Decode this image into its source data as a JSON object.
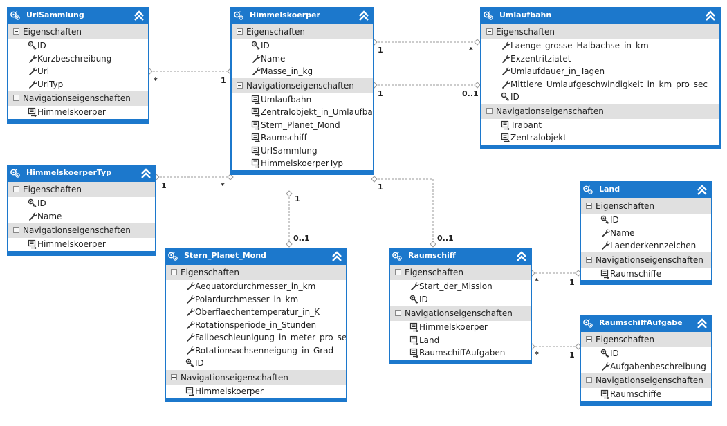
{
  "section_labels": {
    "properties": "Eigenschaften",
    "navigation": "Navigationseigenschaften"
  },
  "entities": [
    {
      "name": "UrlSammlung",
      "properties": [
        {
          "name": "ID",
          "icon": "key-icon"
        },
        {
          "name": "Kurzbeschreibung",
          "icon": "wrench-icon"
        },
        {
          "name": "Url",
          "icon": "wrench-icon"
        },
        {
          "name": "UrlTyp",
          "icon": "wrench-icon"
        }
      ],
      "navigation": [
        "Himmelskoerper"
      ]
    },
    {
      "name": "Himmelskoerper",
      "properties": [
        {
          "name": "ID",
          "icon": "key-icon"
        },
        {
          "name": "Name",
          "icon": "wrench-icon"
        },
        {
          "name": "Masse_in_kg",
          "icon": "wrench-icon"
        }
      ],
      "navigation": [
        "Umlaufbahn",
        "Zentralobjekt_in_Umlaufba...",
        "Stern_Planet_Mond",
        "Raumschiff",
        "UrlSammlung",
        "HimmelskoerperTyp"
      ]
    },
    {
      "name": "Umlaufbahn",
      "properties": [
        {
          "name": "Laenge_grosse_Halbachse_in_km",
          "icon": "wrench-icon"
        },
        {
          "name": "Exzentritziatet",
          "icon": "wrench-icon"
        },
        {
          "name": "Umlaufdauer_in_Tagen",
          "icon": "wrench-icon"
        },
        {
          "name": "Mittlere_Umlaufgeschwindigkeit_in_km_pro_sec",
          "icon": "wrench-icon"
        },
        {
          "name": "ID",
          "icon": "key-icon"
        }
      ],
      "navigation": [
        "Trabant",
        "Zentralobjekt"
      ]
    },
    {
      "name": "HimmelskoerperTyp",
      "properties": [
        {
          "name": "ID",
          "icon": "key-icon"
        },
        {
          "name": "Name",
          "icon": "wrench-icon"
        }
      ],
      "navigation": [
        "Himmelskoerper"
      ]
    },
    {
      "name": "Land",
      "properties": [
        {
          "name": "ID",
          "icon": "key-icon"
        },
        {
          "name": "Name",
          "icon": "wrench-icon"
        },
        {
          "name": "Laenderkennzeichen",
          "icon": "wrench-icon"
        }
      ],
      "navigation": [
        "Raumschiffe"
      ]
    },
    {
      "name": "Stern_Planet_Mond",
      "properties": [
        {
          "name": "Aequatordurchmesser_in_km",
          "icon": "wrench-icon"
        },
        {
          "name": "Polardurchmesser_in_km",
          "icon": "wrench-icon"
        },
        {
          "name": "Oberflaechentemperatur_in_K",
          "icon": "wrench-icon"
        },
        {
          "name": "Rotationsperiode_in_Stunden",
          "icon": "wrench-icon"
        },
        {
          "name": "Fallbeschleunigung_in_meter_pro_sec",
          "icon": "wrench-icon"
        },
        {
          "name": "Rotationsachsenneigung_in_Grad",
          "icon": "wrench-icon"
        },
        {
          "name": "ID",
          "icon": "key-icon"
        }
      ],
      "navigation": [
        "Himmelskoerper"
      ]
    },
    {
      "name": "Raumschiff",
      "properties": [
        {
          "name": "Start_der_Mission",
          "icon": "wrench-icon"
        },
        {
          "name": "ID",
          "icon": "key-icon"
        }
      ],
      "navigation": [
        "Himmelskoerper",
        "Land",
        "RaumschiffAufgaben"
      ]
    },
    {
      "name": "RaumschiffAufgabe",
      "properties": [
        {
          "name": "ID",
          "icon": "key-icon"
        },
        {
          "name": "Aufgabenbeschreibung",
          "icon": "wrench-icon"
        }
      ],
      "navigation": [
        "Raumschiffe"
      ]
    }
  ],
  "associations": [
    {
      "from": "UrlSammlung",
      "to": "Himmelskoerper",
      "from_mult": "*",
      "to_mult": "1"
    },
    {
      "from": "Himmelskoerper",
      "to": "Umlaufbahn",
      "from_mult": "1",
      "to_mult": "*"
    },
    {
      "from": "Himmelskoerper",
      "to": "Umlaufbahn",
      "from_mult": "1",
      "to_mult": "0..1"
    },
    {
      "from": "HimmelskoerperTyp",
      "to": "Himmelskoerper",
      "from_mult": "1",
      "to_mult": "*"
    },
    {
      "from": "Himmelskoerper",
      "to": "Stern_Planet_Mond",
      "from_mult": "1",
      "to_mult": "0..1"
    },
    {
      "from": "Himmelskoerper",
      "to": "Raumschiff",
      "from_mult": "1",
      "to_mult": "0..1"
    },
    {
      "from": "Raumschiff",
      "to": "Land",
      "from_mult": "*",
      "to_mult": "1"
    },
    {
      "from": "Raumschiff",
      "to": "RaumschiffAufgabe",
      "from_mult": "*",
      "to_mult": "1"
    }
  ]
}
